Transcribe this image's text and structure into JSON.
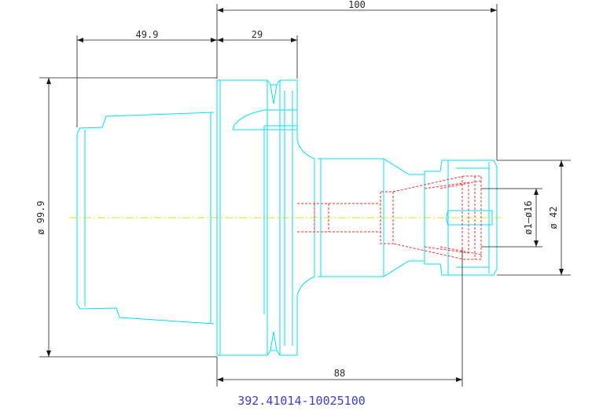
{
  "drawing": {
    "part_number": "392.41014-10025100",
    "dimensions": {
      "overall_length": "100",
      "taper_length": "49.9",
      "flange_length": "29",
      "gauge_length": "88",
      "flange_diameter": "ø 99.9",
      "nut_diameter": "ø 42",
      "clamping_range": "ø1–ø16"
    },
    "colors": {
      "outline": "#00e0ff",
      "hidden": "#ff2a2a",
      "dimension": "#1a1a1a",
      "centerline": "#e6e600",
      "part_number": "#3a3ae8"
    }
  }
}
